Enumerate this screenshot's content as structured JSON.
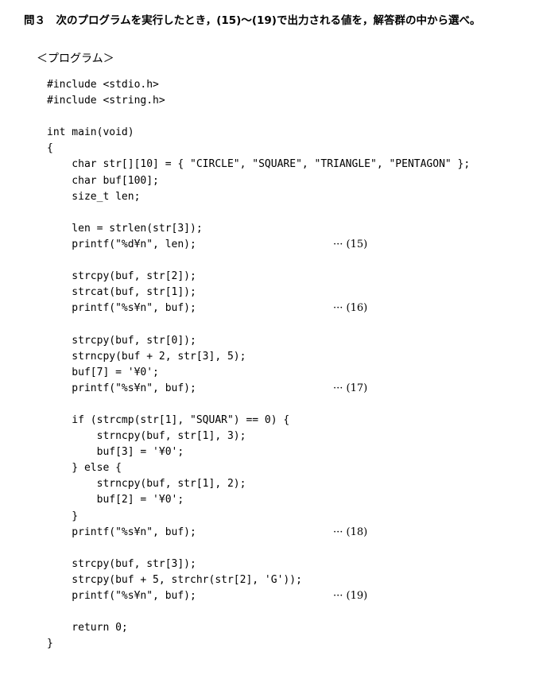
{
  "question": "問３　次のプログラムを実行したとき，(15)～(19)で出力される値を，解答群の中から選べ。",
  "program_label": "＜プログラム＞",
  "code_lines": [
    {
      "text": "#include <stdio.h>",
      "marker": ""
    },
    {
      "text": "#include <string.h>",
      "marker": ""
    },
    {
      "text": "",
      "marker": ""
    },
    {
      "text": "int main(void)",
      "marker": ""
    },
    {
      "text": "{",
      "marker": ""
    },
    {
      "text": "    char str[][10] = { \"CIRCLE\", \"SQUARE\", \"TRIANGLE\", \"PENTAGON\" };",
      "marker": ""
    },
    {
      "text": "    char buf[100];",
      "marker": ""
    },
    {
      "text": "    size_t len;",
      "marker": ""
    },
    {
      "text": "",
      "marker": ""
    },
    {
      "text": "    len = strlen(str[3]);",
      "marker": ""
    },
    {
      "text": "    printf(\"%d¥n\", len);",
      "marker": "··· (15)"
    },
    {
      "text": "",
      "marker": ""
    },
    {
      "text": "    strcpy(buf, str[2]);",
      "marker": ""
    },
    {
      "text": "    strcat(buf, str[1]);",
      "marker": ""
    },
    {
      "text": "    printf(\"%s¥n\", buf);",
      "marker": "··· (16)"
    },
    {
      "text": "",
      "marker": ""
    },
    {
      "text": "    strcpy(buf, str[0]);",
      "marker": ""
    },
    {
      "text": "    strncpy(buf + 2, str[3], 5);",
      "marker": ""
    },
    {
      "text": "    buf[7] = '¥0';",
      "marker": ""
    },
    {
      "text": "    printf(\"%s¥n\", buf);",
      "marker": "··· (17)"
    },
    {
      "text": "",
      "marker": ""
    },
    {
      "text": "    if (strcmp(str[1], \"SQUAR\") == 0) {",
      "marker": ""
    },
    {
      "text": "        strncpy(buf, str[1], 3);",
      "marker": ""
    },
    {
      "text": "        buf[3] = '¥0';",
      "marker": ""
    },
    {
      "text": "    } else {",
      "marker": ""
    },
    {
      "text": "        strncpy(buf, str[1], 2);",
      "marker": ""
    },
    {
      "text": "        buf[2] = '¥0';",
      "marker": ""
    },
    {
      "text": "    }",
      "marker": ""
    },
    {
      "text": "    printf(\"%s¥n\", buf);",
      "marker": "··· (18)"
    },
    {
      "text": "",
      "marker": ""
    },
    {
      "text": "    strcpy(buf, str[3]);",
      "marker": ""
    },
    {
      "text": "    strcpy(buf + 5, strchr(str[2], 'G'));",
      "marker": ""
    },
    {
      "text": "    printf(\"%s¥n\", buf);",
      "marker": "··· (19)"
    },
    {
      "text": "",
      "marker": ""
    },
    {
      "text": "    return 0;",
      "marker": ""
    },
    {
      "text": "}",
      "marker": ""
    }
  ]
}
